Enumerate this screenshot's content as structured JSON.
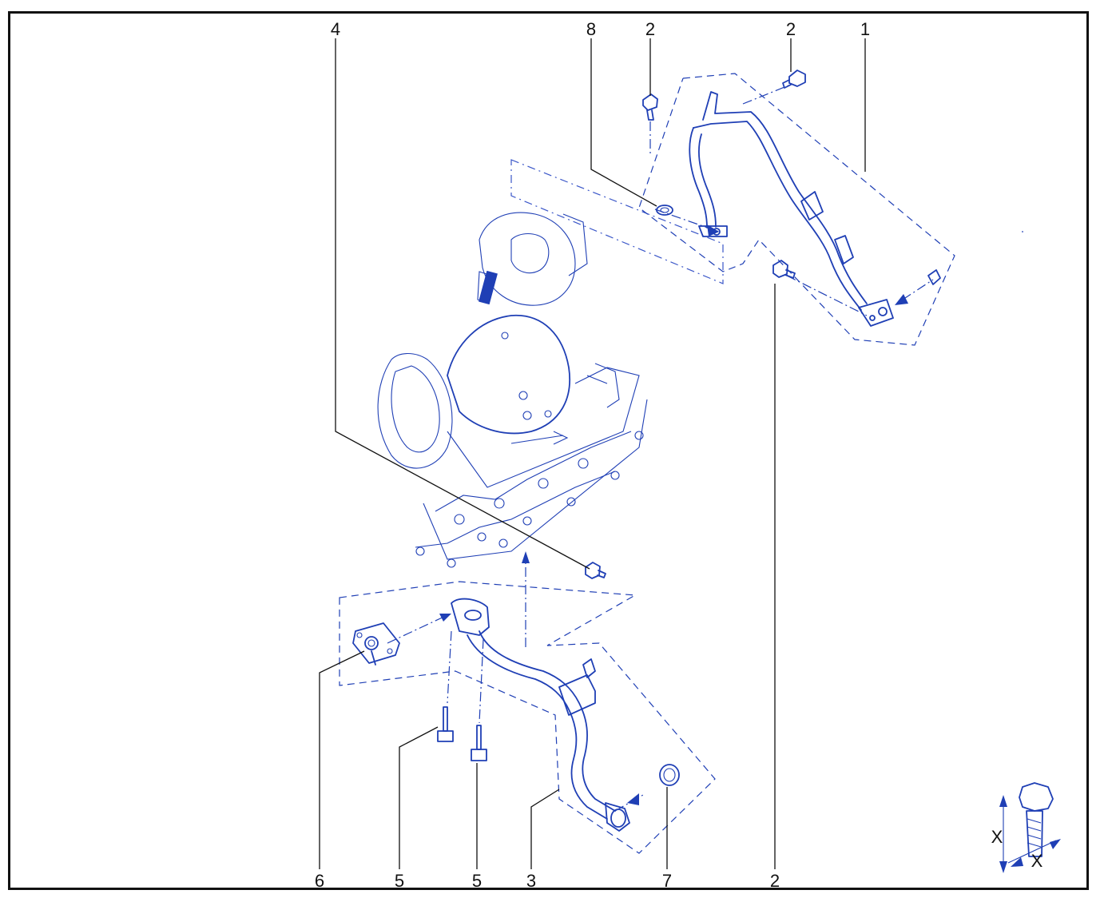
{
  "diagram": {
    "callouts": [
      {
        "id": "c4-top",
        "text": "4"
      },
      {
        "id": "c8-top",
        "text": "8"
      },
      {
        "id": "c2-top-a",
        "text": "2"
      },
      {
        "id": "c2-top-b",
        "text": "2"
      },
      {
        "id": "c1-top",
        "text": "1"
      },
      {
        "id": "c6-bottom",
        "text": "6"
      },
      {
        "id": "c5-bottom-a",
        "text": "5"
      },
      {
        "id": "c5-bottom-b",
        "text": "5"
      },
      {
        "id": "c3-bottom",
        "text": "3"
      },
      {
        "id": "c7-bottom",
        "text": "7"
      },
      {
        "id": "c2-bottom",
        "text": "2"
      }
    ],
    "bolt_symbol": {
      "label_a": "X",
      "label_b": "X"
    },
    "colors": {
      "line": "#1f3fb5",
      "frame": "#111111",
      "background": "#ffffff"
    }
  }
}
